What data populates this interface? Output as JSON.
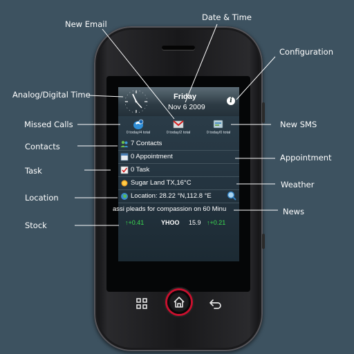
{
  "callouts": {
    "new_email": "New Email",
    "date_time": "Date & Time",
    "configuration": "Configuration",
    "analog_digital_time": "Analog/Digital Time",
    "missed_calls": "Missed Calls",
    "new_sms": "New SMS",
    "contacts": "Contacts",
    "appointment": "Appointment",
    "task": "Task",
    "weather": "Weather",
    "location": "Location",
    "news": "News",
    "stock": "Stock"
  },
  "widget": {
    "day": "Friday",
    "date": "Nov 6 2009",
    "notifications": {
      "calls": "0 today/4 total",
      "email": "0 today/2 total",
      "sms": "0 today/0 total"
    },
    "rows": {
      "contacts": "7 Contacts",
      "appointment": "0 Appointment",
      "task": "0 Task",
      "weather": "Sugar Land TX,16°C",
      "location": "Location: 28.22 °N,112.8 °E"
    },
    "news": "assi pleads for compassion on  60 Minu",
    "stock": {
      "change_left": "↑+0.41",
      "symbol": "YHOO",
      "price": "15.9",
      "change_right": "↑+0.21"
    }
  },
  "colors": {
    "background": "#3d5260",
    "stock_up": "#3bdc50",
    "home_ring": "#c8102e"
  },
  "icons": [
    "clock-icon",
    "info-icon",
    "missed-call-icon",
    "email-icon",
    "sms-icon",
    "contacts-icon",
    "appointment-icon",
    "task-icon",
    "weather-icon",
    "globe-icon",
    "search-icon",
    "menu-icon",
    "home-icon",
    "back-icon"
  ]
}
